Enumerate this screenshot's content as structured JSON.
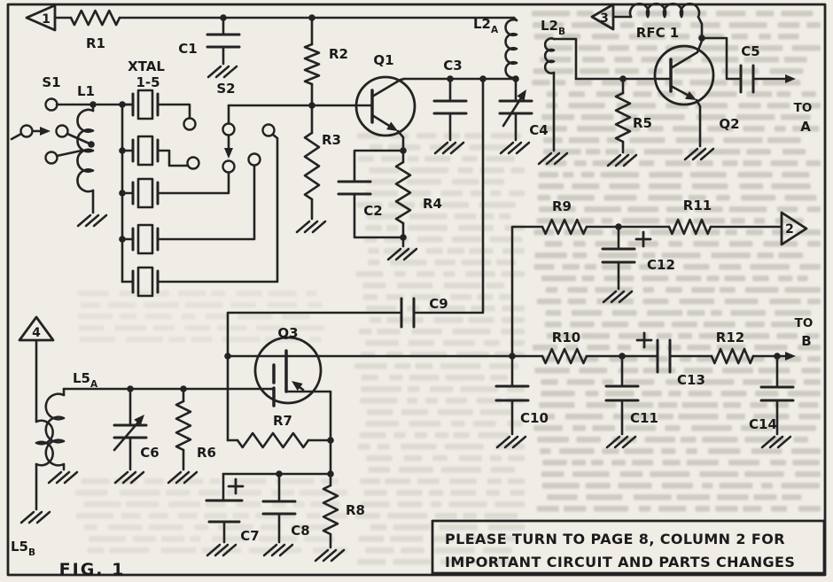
{
  "schematic": {
    "figure_caption": "FIG. 1",
    "note": {
      "line1": "PLEASE TURN TO PAGE 8, COLUMN 2 FOR",
      "line2": "IMPORTANT CIRCUIT AND PARTS CHANGES"
    },
    "markers": {
      "m1": "1",
      "m2": "2",
      "m3": "3",
      "m4": "4"
    },
    "outputs": {
      "a": {
        "prefix": "TO",
        "label": "A"
      },
      "b": {
        "prefix": "TO",
        "label": "B"
      }
    },
    "labels": {
      "s1": "S1",
      "s2": "S2",
      "l1": "L1",
      "xtal_title": "XTAL",
      "xtal_range": "1-5",
      "r1": "R1",
      "r2": "R2",
      "r3": "R3",
      "r4": "R4",
      "r5": "R5",
      "r6": "R6",
      "r7": "R7",
      "r8": "R8",
      "r9": "R9",
      "r10": "R10",
      "r11": "R11",
      "r12": "R12",
      "c1": "C1",
      "c2": "C2",
      "c3": "C3",
      "c4": "C4",
      "c5": "C5",
      "c6": "C6",
      "c7": "C7",
      "c8": "C8",
      "c9": "C9",
      "c10": "C10",
      "c11": "C11",
      "c12": "C12",
      "c13": "C13",
      "c14": "C14",
      "q1": "Q1",
      "q2": "Q2",
      "q3": "Q3",
      "rfc1": "RFC 1",
      "l2a": {
        "main": "L2",
        "sub": "A"
      },
      "l2b": {
        "main": "L2",
        "sub": "B"
      },
      "l5a": {
        "main": "L5",
        "sub": "A"
      },
      "l5b": {
        "main": "L5",
        "sub": "B"
      }
    }
  }
}
